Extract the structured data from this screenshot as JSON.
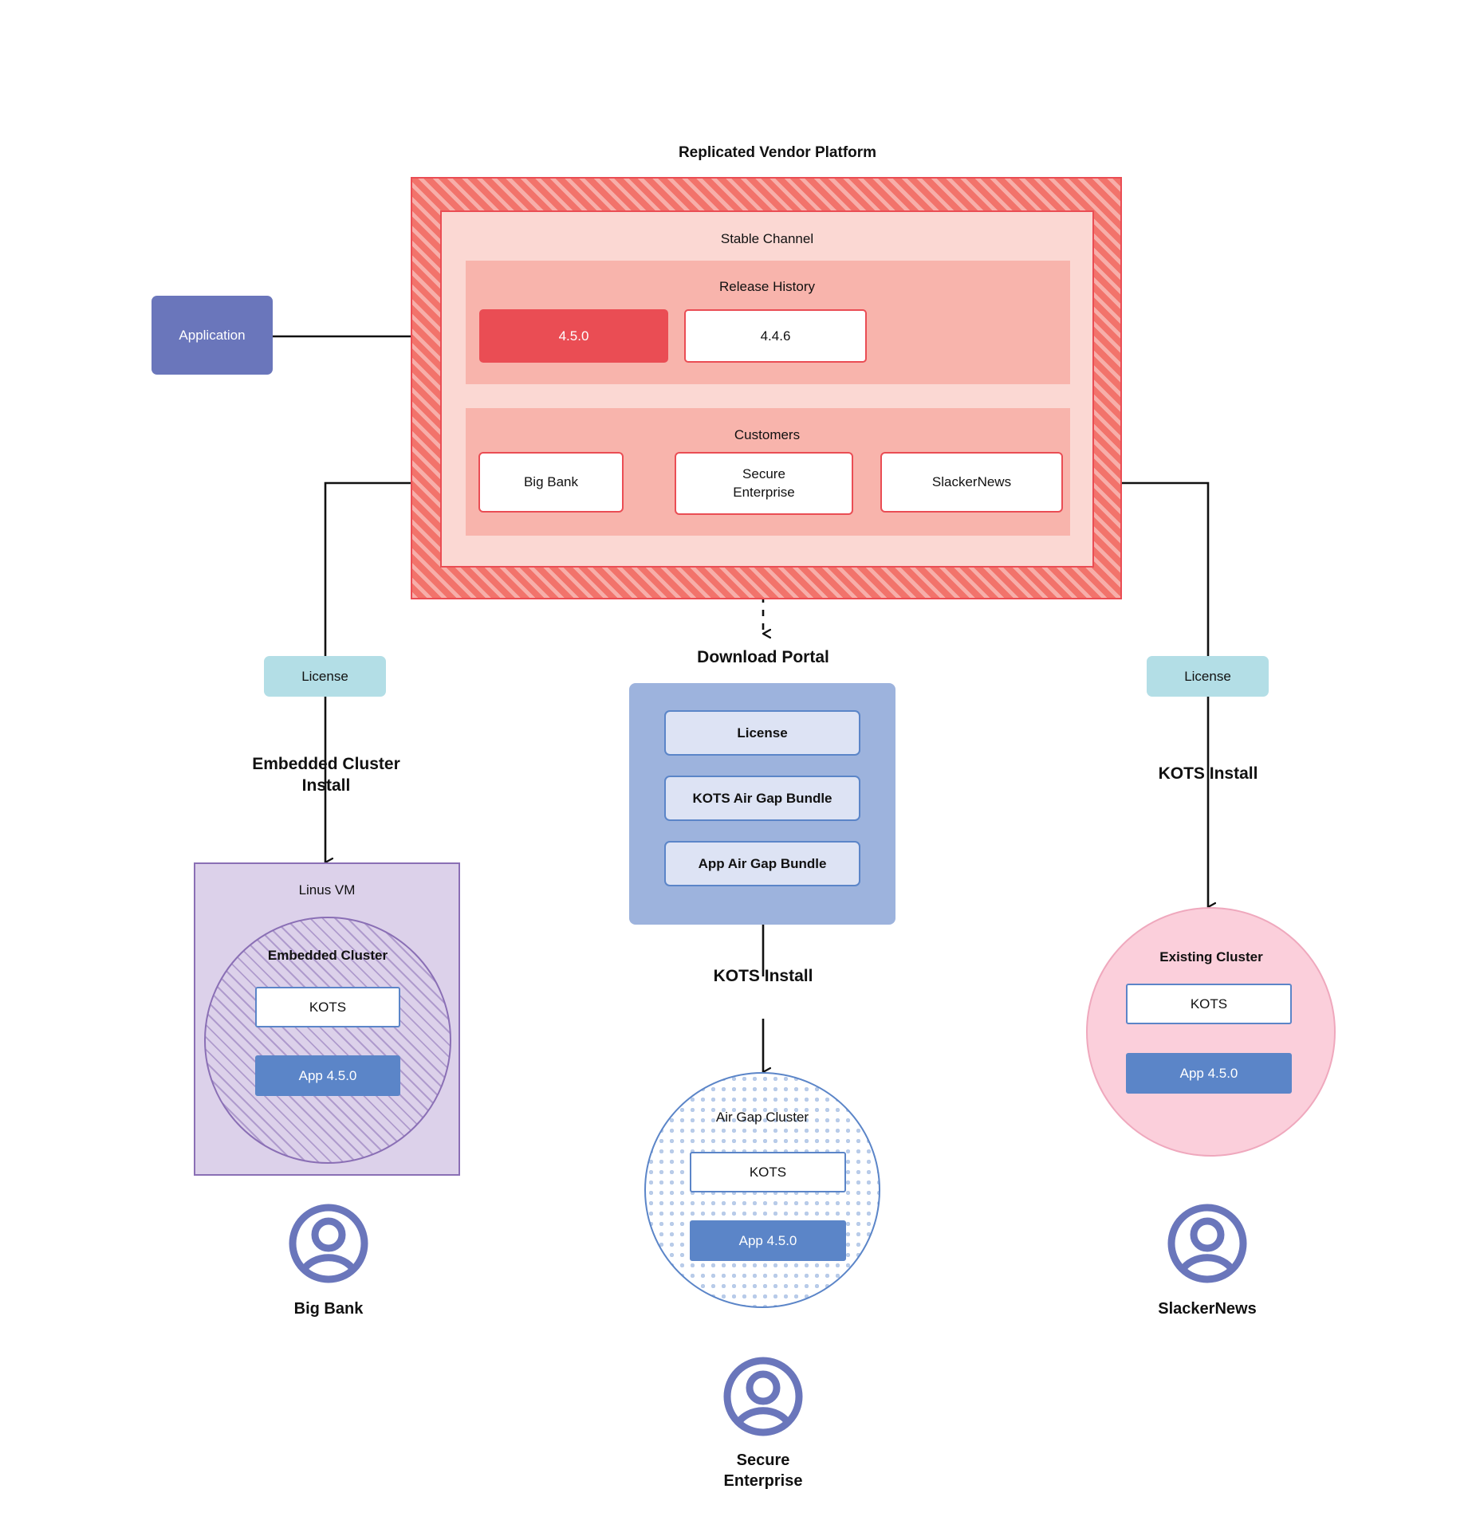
{
  "diagram": {
    "title": "Replicated Vendor Platform",
    "application": {
      "label": "Application"
    },
    "channel": {
      "label": "Stable Channel"
    },
    "release_history": {
      "label": "Release History",
      "releases": [
        {
          "version": "4.5.0",
          "state": "current"
        },
        {
          "version": "4.4.6",
          "state": "previous"
        }
      ]
    },
    "customers_panel": {
      "label": "Customers",
      "customers": [
        {
          "name": "Big Bank"
        },
        {
          "name": "Secure\nEnterprise"
        },
        {
          "name": "SlackerNews"
        }
      ]
    },
    "download_portal": {
      "title": "Download  Portal",
      "items": [
        {
          "label": "License"
        },
        {
          "label": "KOTS Air Gap Bundle"
        },
        {
          "label": "App Air Gap Bundle"
        }
      ]
    },
    "flows": {
      "left": {
        "license_label": "License",
        "install_label": "Embedded Cluster\nInstall",
        "host_label": "Linus VM",
        "cluster_label": "Embedded Cluster",
        "kots_label": "KOTS",
        "app_label": "App 4.5.0",
        "customer_label": "Big Bank"
      },
      "middle": {
        "install_label": "KOTS Install",
        "cluster_label": "Air Gap Cluster",
        "kots_label": "KOTS",
        "app_label": "App 4.5.0",
        "customer_label": "Secure\nEnterprise"
      },
      "right": {
        "license_label": "License",
        "install_label": "KOTS Install",
        "cluster_label": "Existing Cluster",
        "kots_label": "KOTS",
        "app_label": "App 4.5.0",
        "customer_label": "SlackerNews"
      }
    },
    "colors": {
      "platform_hatch": "#f2736b",
      "platform_border": "#ea4d54",
      "channel_fill": "#fbd8d3",
      "panel_fill": "#f8b4ac",
      "release_current": "#ea4d54",
      "application_fill": "#6a76bb",
      "license_fill": "#b3dee6",
      "portal_fill": "#9db3dd",
      "portal_item_fill": "#dde3f4",
      "vm_fill": "#dcd1ea",
      "vm_border": "#8a6fb5",
      "airgap_border": "#5b85c8",
      "existing_cluster_fill": "#fbcfdb",
      "app_node_fill": "#5b85c8",
      "avatar": "#6a76bb",
      "connector": "#111111"
    }
  }
}
